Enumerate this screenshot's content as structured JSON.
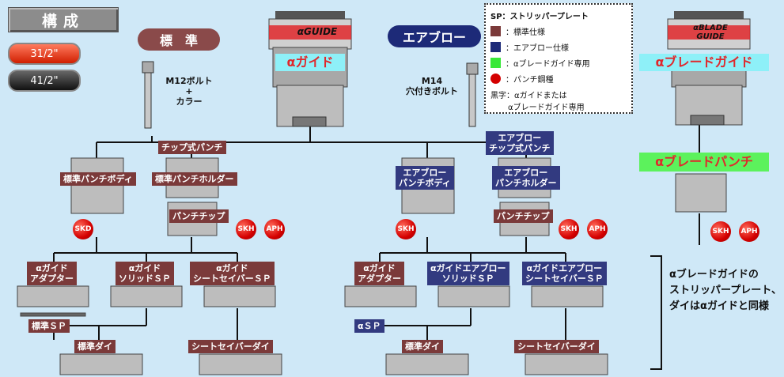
{
  "header": {
    "title": "構成",
    "size1": "31/2\"",
    "size2": "41/2\""
  },
  "ovals": {
    "standard": "標　準",
    "airblow": "エアブロー"
  },
  "bolts": {
    "m12_line1": "M12ボルト",
    "m12_line2": "+",
    "m12_line3": "カラー",
    "m14_line1": "M14",
    "m14_line2": "穴付きボルト"
  },
  "guides": {
    "alpha_guide_logo": "αGUIDE",
    "alpha_guide_label": "αガイド",
    "blade_guide_logo": "αBLADE GUIDE",
    "blade_guide_label": "αブレードガイド",
    "blade_punch_label": "αブレードパンチ"
  },
  "legend": {
    "sp": "SP：ストリッパープレート",
    "standard": "：標準仕様",
    "airblow": "：エアブロー仕様",
    "blade_only": "：αブレードガイド専用",
    "steel": "：パンチ鋼種",
    "black_line1": "黒字：αガイドまたは",
    "black_line2": "αブレードガイド専用",
    "colors": {
      "standard": "#7b3a3a",
      "airblow": "#1d2a78",
      "blade": "#38e838",
      "steel": "#d40000"
    }
  },
  "labels": {
    "chip_punch": "チップ式パンチ",
    "std_body": "標準パンチボディ",
    "std_holder": "標準パンチホルダー",
    "punch_tip_1": "パンチチップ",
    "air_chip_punch_1": "エアブロー",
    "air_chip_punch_2": "チップ式パンチ",
    "air_body_1": "エアブロー",
    "air_body_2": "パンチボディ",
    "air_holder_1": "エアブロー",
    "air_holder_2": "パンチホルダー",
    "punch_tip_2": "パンチチップ",
    "adapter_1a": "αガイド",
    "adapter_1b": "アダプター",
    "solid_1a": "αガイド",
    "solid_1b": "ソリッドＳＰ",
    "saver_1a": "αガイド",
    "saver_1b": "シートセイバーＳＰ",
    "std_sp": "標準ＳＰ",
    "std_die_1": "標準ダイ",
    "saver_die_1": "シートセイバーダイ",
    "adapter_2a": "αガイド",
    "adapter_2b": "アダプター",
    "solid_2a": "αガイドエアブロー",
    "solid_2b": "ソリッドＳＰ",
    "saver_2a": "αガイドエアブロー",
    "saver_2b": "シートセイバーＳＰ",
    "alpha_sp": "αＳＰ",
    "std_die_2": "標準ダイ",
    "saver_die_2": "シートセイバーダイ",
    "note_1": "αブレードガイドの",
    "note_2": "ストリッパープレート、",
    "note_3": "ダイはαガイドと同様"
  },
  "steels": {
    "skd": "SKD",
    "skh": "SKH",
    "aph": "APH"
  }
}
